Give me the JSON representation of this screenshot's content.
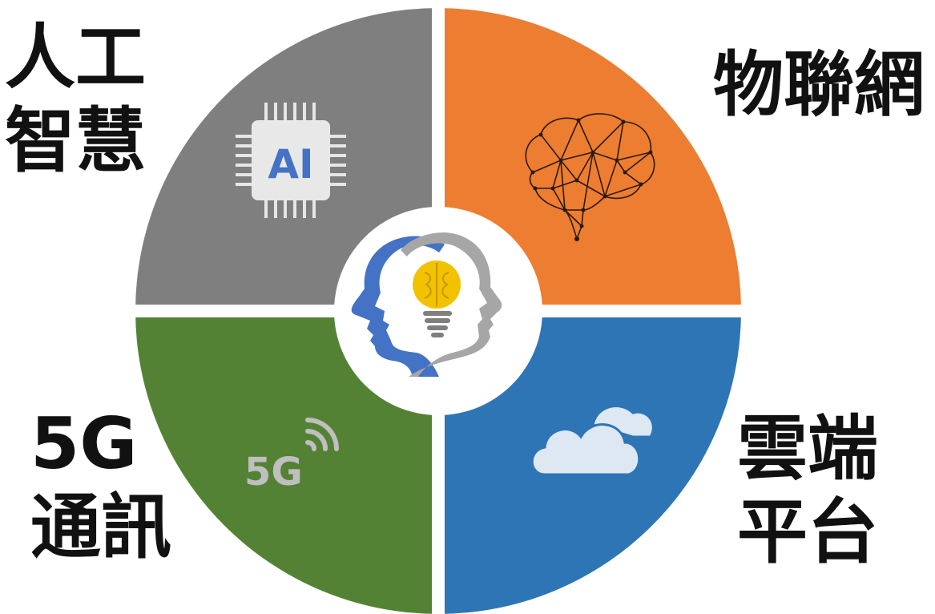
{
  "labels": {
    "ai": [
      "人工",
      "智慧"
    ],
    "iot": [
      "物聯網"
    ],
    "fiveg": [
      "5G",
      "通訊"
    ],
    "cloud": [
      "雲端",
      "平台"
    ]
  },
  "icons": {
    "ai_chip_text": "AI",
    "fiveg_text": "5G",
    "top_left": "ai-chip-icon",
    "top_right": "network-brain-icon",
    "bottom_left": "5g-signal-icon",
    "bottom_right": "cloud-icon",
    "center": "head-lightbulb-brain-icon"
  },
  "colors": {
    "ai": "#7f7f7f",
    "iot": "#ed7d31",
    "fiveg": "#548235",
    "cloud": "#2e75b6",
    "chip_text": "#4472c4",
    "bulb": "#f2c200"
  }
}
